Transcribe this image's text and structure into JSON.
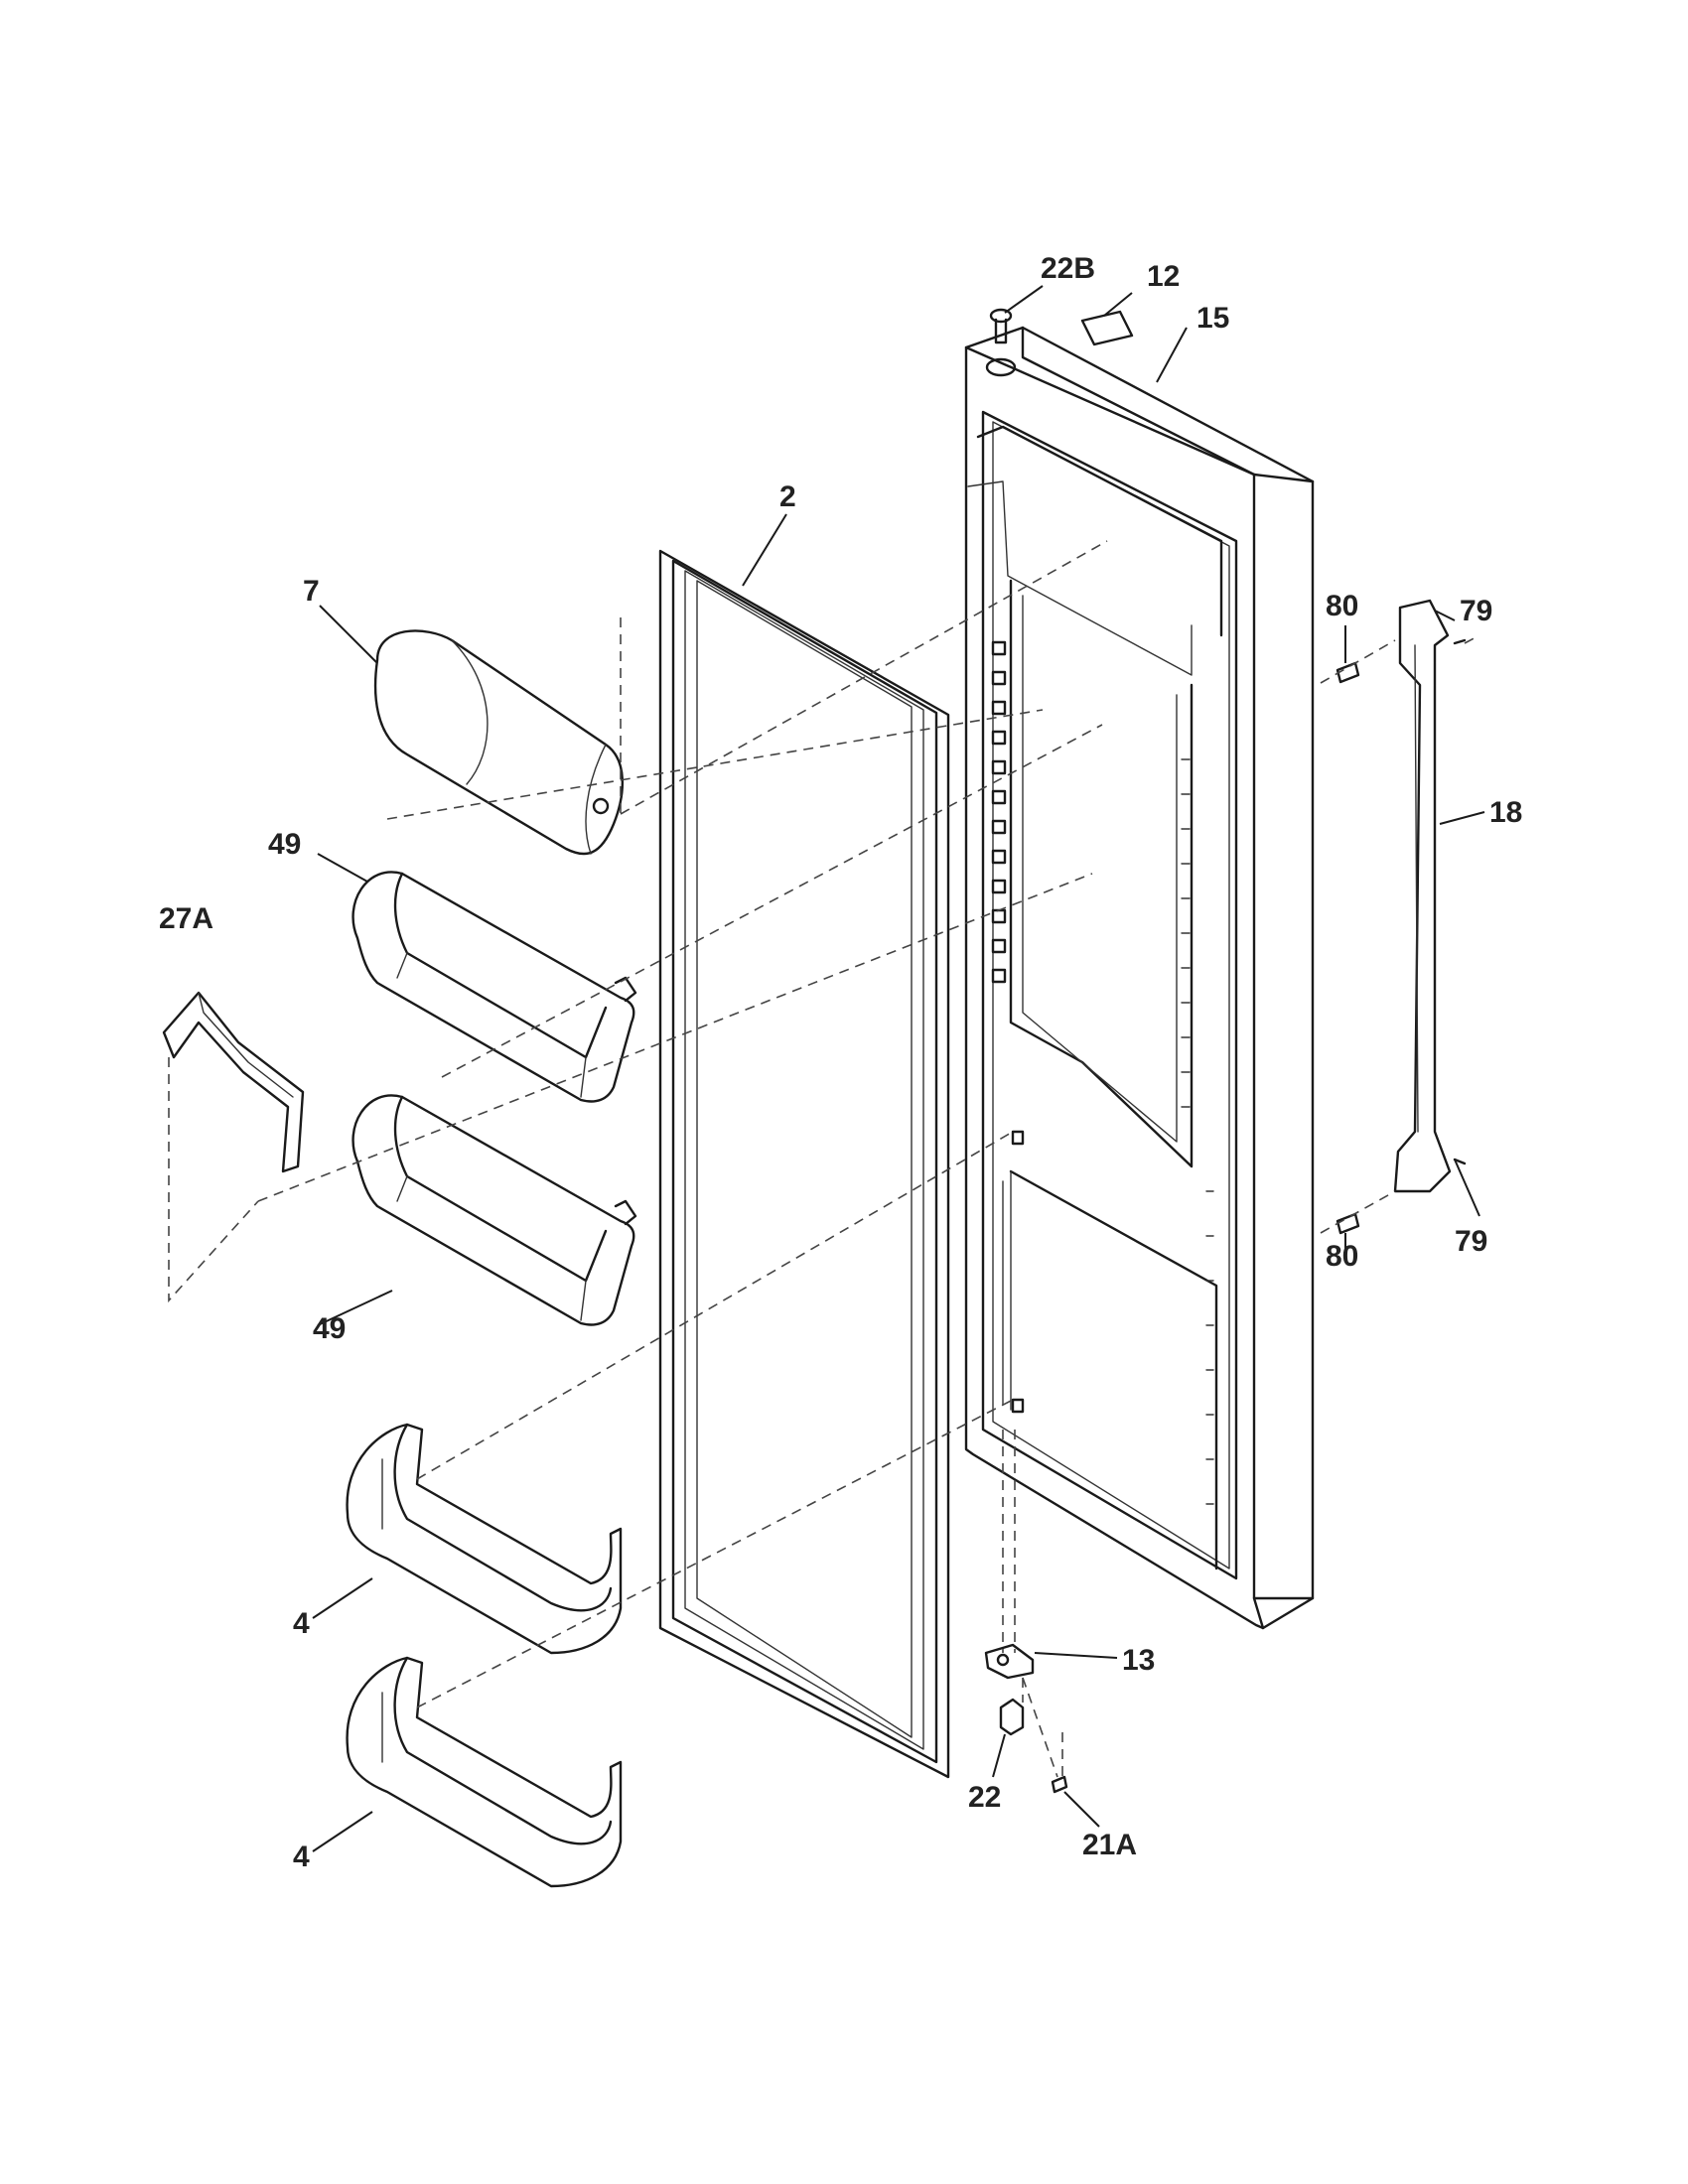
{
  "callouts": {
    "c_22B": "22B",
    "c_12": "12",
    "c_15": "15",
    "c_2": "2",
    "c_7": "7",
    "c_80_top": "80",
    "c_79_top": "79",
    "c_49_top": "49",
    "c_18": "18",
    "c_27A": "27A",
    "c_80_bottom": "80",
    "c_79_bottom": "79",
    "c_49_bottom": "49",
    "c_4_top": "4",
    "c_13": "13",
    "c_22": "22",
    "c_21A": "21A",
    "c_4_bottom": "4"
  },
  "style": {
    "line_color": "#1a1a1a",
    "background": "#ffffff"
  }
}
